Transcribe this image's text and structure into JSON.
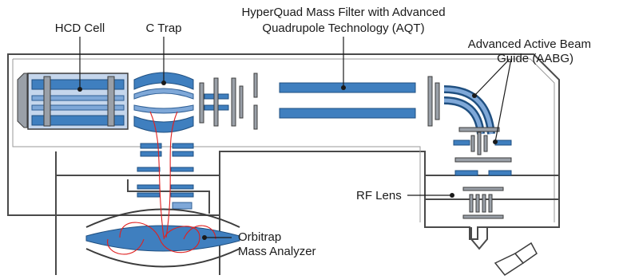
{
  "labels": {
    "hcd_cell": "HCD Cell",
    "c_trap": "C Trap",
    "hyperquad_line1": "HyperQuad Mass Filter with Advanced",
    "hyperquad_line2": "Quadrupole Technology (AQT)",
    "aabg_line1": "Advanced Active Beam",
    "aabg_line2": "Guide (AABG)",
    "rf_lens": "RF Lens",
    "orbitrap_line1": "Orbitrap",
    "orbitrap_line2": "Mass Analyzer"
  },
  "colors": {
    "rod_blue": "#3f7fbf",
    "cell_blue": "#c5d6ec",
    "wall_gray": "#4a4a4a",
    "ion_path_red": "#e02020"
  }
}
